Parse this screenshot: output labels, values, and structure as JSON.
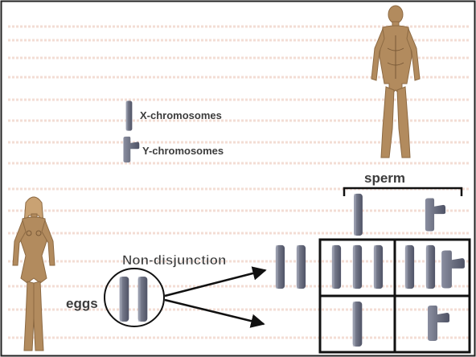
{
  "legend": {
    "x_label": "X-chromosomes",
    "y_label": "Y-chromosomes"
  },
  "labels": {
    "sperm": "sperm",
    "non_disjunction": "Non-disjunction",
    "eggs": "eggs"
  },
  "colors": {
    "chromosome": "#6b6f80",
    "chromosome_dark": "#4f5366",
    "chromosome_light": "#8a8ea0",
    "figure": "#b28b5e",
    "stripe": "#f1e2db",
    "ink": "#111111"
  },
  "icons": [
    "male-figure-icon",
    "female-figure-icon",
    "x-chromosome-icon",
    "y-chromosome-icon",
    "arrow-icon"
  ]
}
